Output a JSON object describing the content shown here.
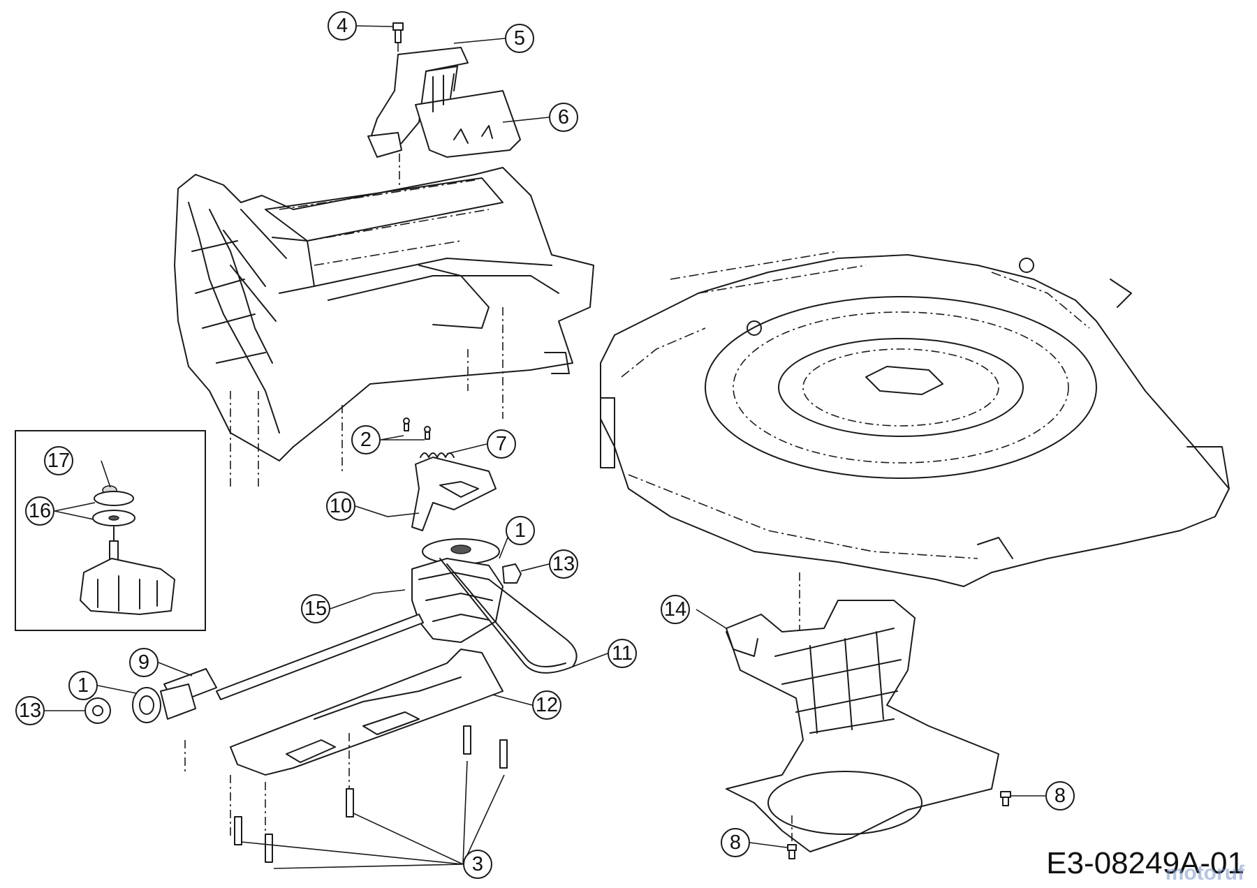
{
  "diagram": {
    "callouts": [
      {
        "id": "c4",
        "label": "4"
      },
      {
        "id": "c5",
        "label": "5"
      },
      {
        "id": "c6",
        "label": "6"
      },
      {
        "id": "c2",
        "label": "2"
      },
      {
        "id": "c7",
        "label": "7"
      },
      {
        "id": "c17",
        "label": "17"
      },
      {
        "id": "c16",
        "label": "16"
      },
      {
        "id": "c10",
        "label": "10"
      },
      {
        "id": "c1a",
        "label": "1"
      },
      {
        "id": "c13a",
        "label": "13"
      },
      {
        "id": "c15",
        "label": "15"
      },
      {
        "id": "c14",
        "label": "14"
      },
      {
        "id": "c9",
        "label": "9"
      },
      {
        "id": "c11",
        "label": "11"
      },
      {
        "id": "c1b",
        "label": "1"
      },
      {
        "id": "c12",
        "label": "12"
      },
      {
        "id": "c13b",
        "label": "13"
      },
      {
        "id": "c8a",
        "label": "8"
      },
      {
        "id": "c8b",
        "label": "8"
      },
      {
        "id": "c3",
        "label": "3"
      }
    ],
    "drawing_number": "E3-08249A-01",
    "watermark": "motoruf"
  }
}
